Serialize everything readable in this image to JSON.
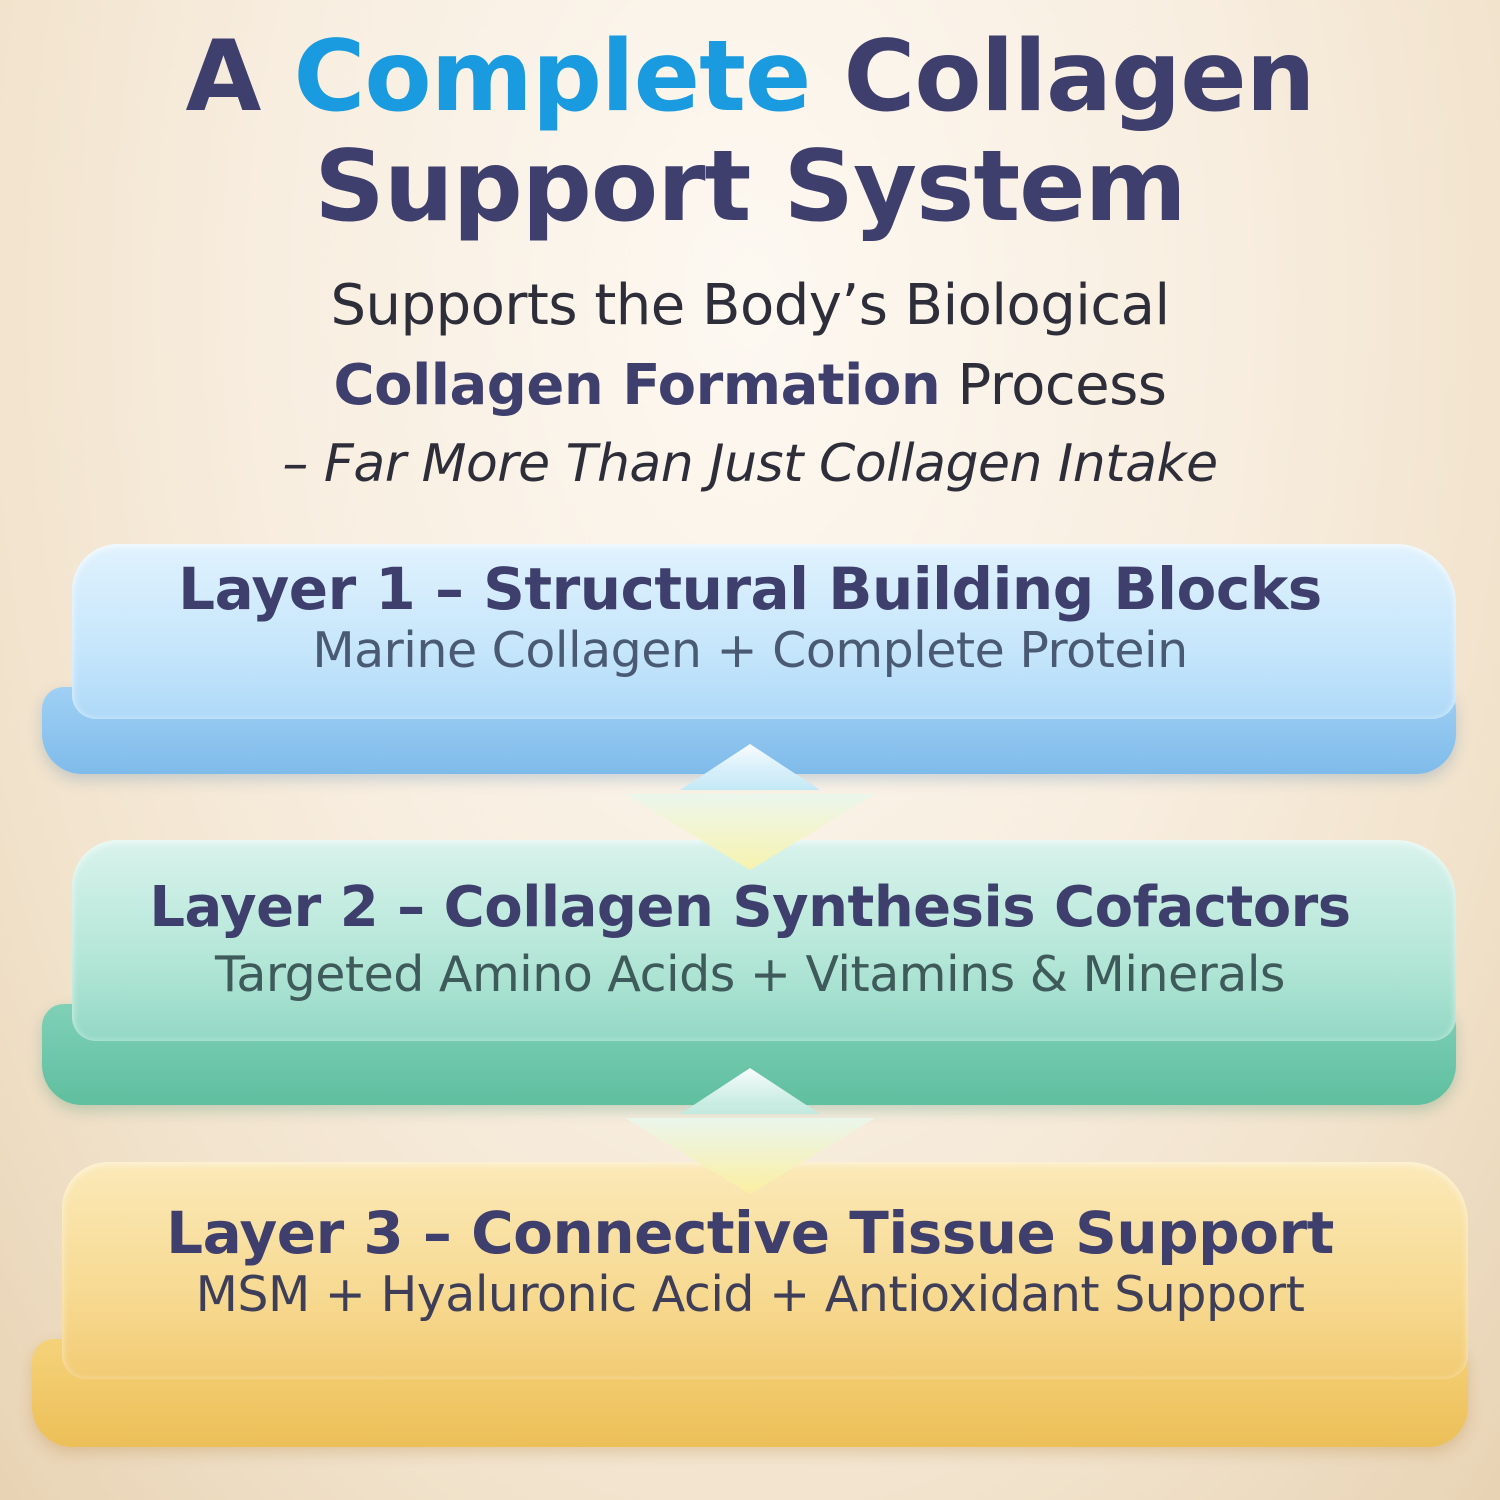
{
  "headline": {
    "word1": "A",
    "accent": "Complete",
    "word3": "Collagen",
    "line2": "Support System"
  },
  "subheadline": {
    "line1": "Supports the Body’s Biological",
    "line2_bold": "Collagen Formation",
    "line2_rest": "Process",
    "line3": "– Far More Than Just Collagen Intake"
  },
  "layers": [
    {
      "title": "Layer 1 – Structural Building Blocks",
      "description": "Marine Collagen + Complete Protein",
      "color": "#aed9f8"
    },
    {
      "title": "Layer 2 – Collagen Synthesis Cofactors",
      "description": "Targeted Amino Acids + Vitamins & Minerals",
      "color": "#93d8c4"
    },
    {
      "title": "Layer 3 – Connective Tissue Support",
      "description": "MSM + Hyaluronic Acid + Antioxidant Support",
      "color": "#f2cb74"
    }
  ],
  "colors": {
    "headline": "#3f3f6e",
    "accent": "#1a9be0"
  },
  "icons": [
    "up-down-arrow-icon",
    "up-down-arrow-icon"
  ]
}
